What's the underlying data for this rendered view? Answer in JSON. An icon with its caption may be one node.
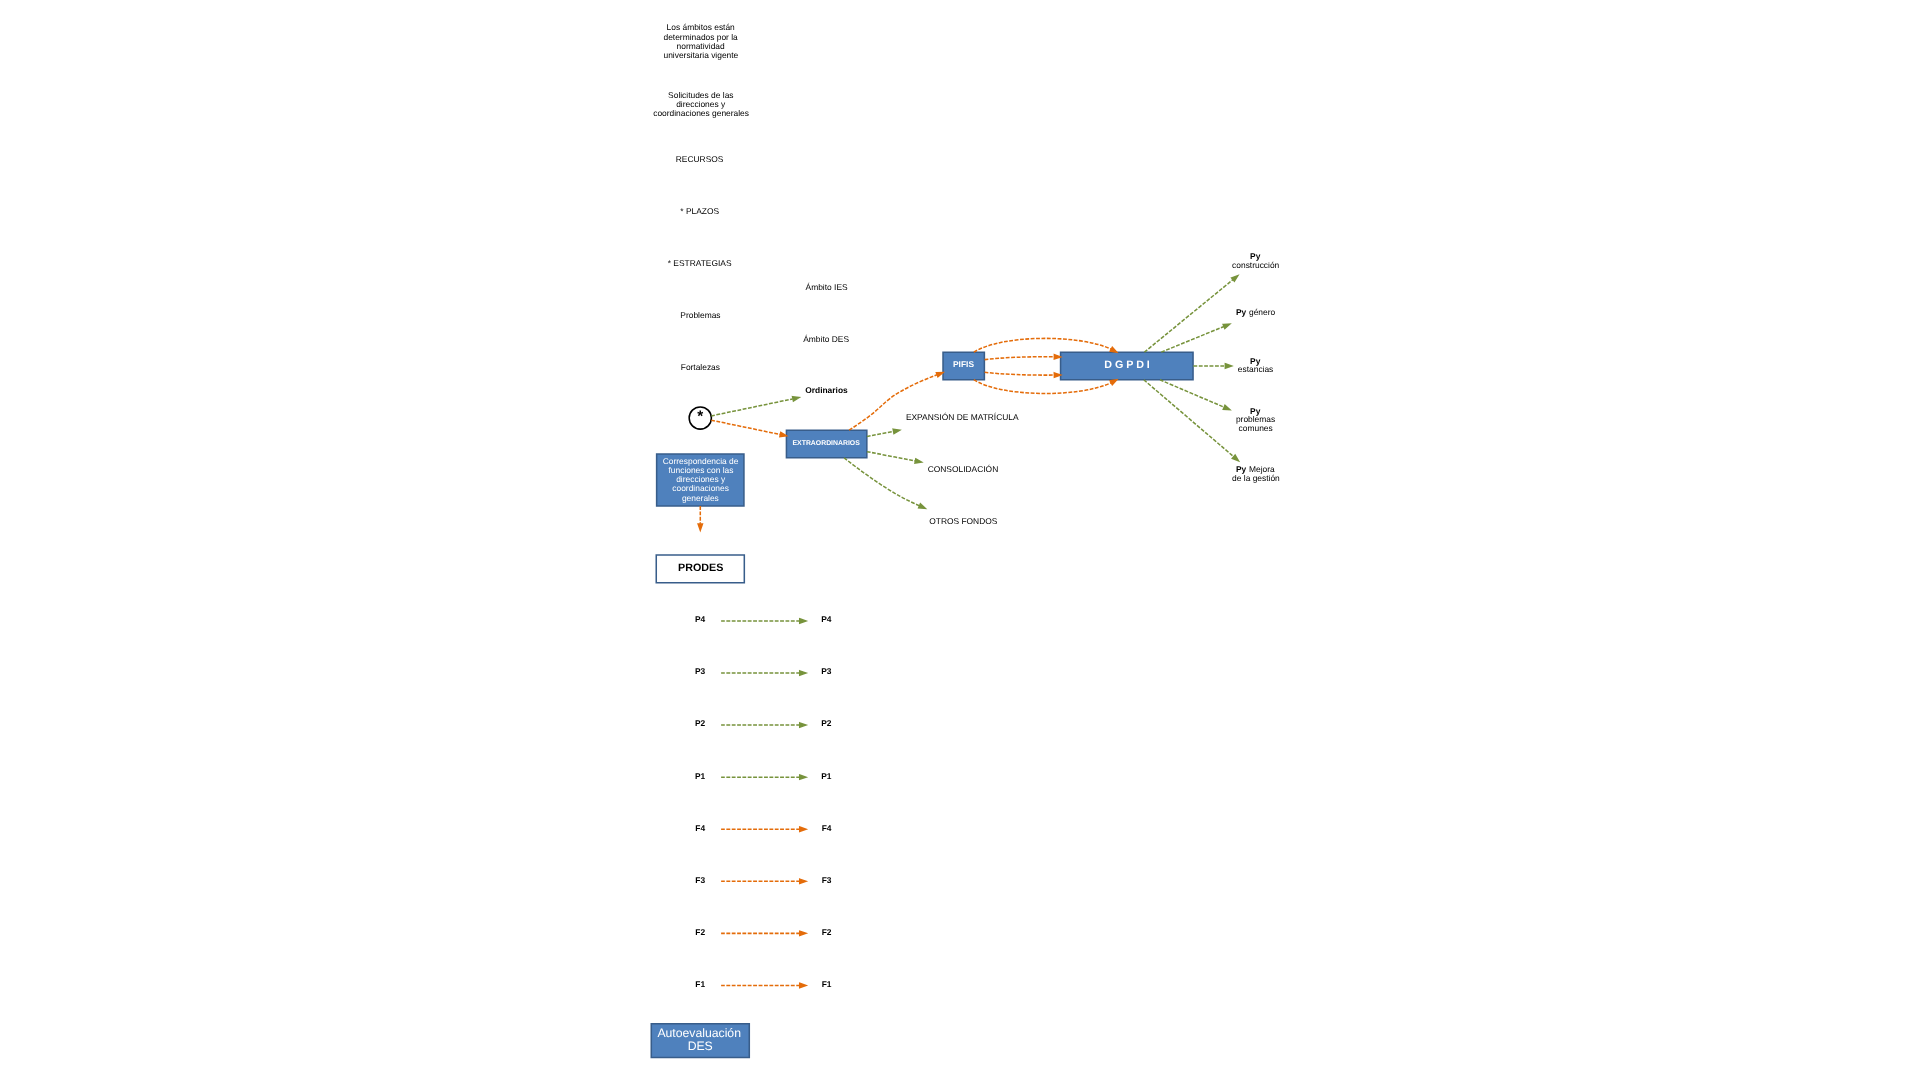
{
  "diagram": {
    "nodes": [
      {
        "text": [
          "Autoevaluación",
          "DES"
        ]
      },
      {
        "text": [
          "F1"
        ]
      },
      {
        "text": [
          "F2"
        ]
      },
      {
        "text": [
          "F3"
        ]
      },
      {
        "text": [
          "F4"
        ]
      },
      {
        "text": [
          "P1"
        ]
      },
      {
        "text": [
          "P2"
        ]
      },
      {
        "text": [
          "P3"
        ]
      },
      {
        "text": [
          "P4"
        ]
      },
      {
        "text": [
          "F1"
        ]
      },
      {
        "text": [
          "F3"
        ]
      },
      {
        "text": [
          "P1"
        ]
      },
      {
        "text": [
          "P3"
        ]
      },
      {
        "text": [
          "F2"
        ]
      },
      {
        "text": [
          "F4"
        ]
      },
      {
        "text": [
          "P2"
        ]
      },
      {
        "text": [
          "P4"
        ]
      },
      {
        "text": [
          "PRODES"
        ]
      },
      {
        "text": [
          "Correspondencia de funciones con las direcciones y coordinaciones generales"
        ]
      },
      {
        "text": [
          "*"
        ]
      },
      {
        "text": [
          "Ordinarios"
        ]
      },
      {
        "text": [
          "EXTRAORDINARIOS"
        ]
      },
      {
        "text": [
          "PIFIS"
        ]
      },
      {
        "text": [
          "EXPANSIÓN DE MATRÍCULA"
        ]
      },
      {
        "text": [
          "CONSOLIDACIÓN"
        ]
      },
      {
        "text": [
          "OTROS FONDOS"
        ]
      },
      {
        "text": [
          "D G P D I"
        ]
      },
      {
        "text": [
          "**Py** construcción"
        ]
      },
      {
        "text": [
          "**Py** género"
        ]
      },
      {
        "text": [
          "**Py** estancias"
        ]
      },
      {
        "text": [
          "**Py** problemas comunes"
        ]
      },
      {
        "text": [
          "**Py** Mejora de la gestión"
        ]
      }
    ],
    "edges": [
      {
        "from": 1,
        "to": 9,
        "arrow": "to",
        "style": "dashed",
        "color": "#e46c0a"
      },
      {
        "from": 2,
        "to": 13,
        "arrow": "to",
        "style": "dashed",
        "color": "#e46c0a"
      },
      {
        "from": 3,
        "to": 10,
        "arrow": "to",
        "style": "dashed",
        "color": "#e46c0a"
      },
      {
        "from": 4,
        "to": 14,
        "arrow": "to",
        "style": "dashed",
        "color": "#e46c0a"
      },
      {
        "from": 5,
        "to": 11,
        "arrow": "to",
        "style": "dashed"
      },
      {
        "from": 6,
        "to": 15,
        "arrow": "to",
        "style": "dashed"
      },
      {
        "from": 7,
        "to": 12,
        "arrow": "to",
        "style": "dashed"
      },
      {
        "from": 8,
        "to": 16,
        "arrow": "to",
        "style": "dashed"
      },
      {
        "from": 18,
        "to": null,
        "arrow": "to",
        "style": "dashed",
        "color": "#e46c0a"
      },
      {
        "from": 19,
        "to": 20,
        "arrow": "to",
        "style": "dashed"
      },
      {
        "from": 19,
        "to": 21,
        "arrow": "to",
        "style": "dashed",
        "color": "#e46c0a"
      },
      {
        "from": 21,
        "to": 22,
        "arrow": "to",
        "style": "dashed",
        "color": "#e46c0a"
      },
      {
        "from": 21,
        "to": 23,
        "arrow": "to",
        "style": "dashed"
      },
      {
        "from": 21,
        "to": 24,
        "arrow": "to",
        "style": "dashed"
      },
      {
        "from": 21,
        "to": 25,
        "arrow": "to",
        "style": "dashed"
      },
      {
        "from": 22,
        "to": 26,
        "arrow": "to",
        "style": "dashed",
        "color": "#e46c0a"
      },
      {
        "from": 22,
        "to": 26,
        "arrow": "to",
        "style": "dashed",
        "color": "#e46c0a"
      },
      {
        "from": 22,
        "to": 26,
        "arrow": "to",
        "style": "dashed",
        "color": "#e46c0a"
      },
      {
        "from": 22,
        "to": 26,
        "arrow": "to",
        "style": "dashed",
        "color": "#e46c0a"
      },
      {
        "from": 26,
        "to": 27,
        "arrow": "to",
        "style": "dashed"
      },
      {
        "from": 26,
        "to": 28,
        "arrow": "to",
        "style": "dashed"
      },
      {
        "from": 26,
        "to": 29,
        "arrow": "to",
        "style": "dashed"
      },
      {
        "from": 26,
        "to": 30,
        "arrow": "to",
        "style": "dashed"
      },
      {
        "from": 26,
        "to": 31,
        "arrow": "to",
        "style": "dashed"
      }
    ],
    "labels": [
      "Fortalezas",
      "Ámbito DES",
      "Problemas",
      "Ámbito IES",
      "* ESTRATEGIAS",
      "* PLAZOS",
      "RECURSOS",
      "Solicitudes de las direcciones y coordinaciones generales",
      "Los ámbitos están determinados por la normatividad universitaria vigente"
    ]
  }
}
